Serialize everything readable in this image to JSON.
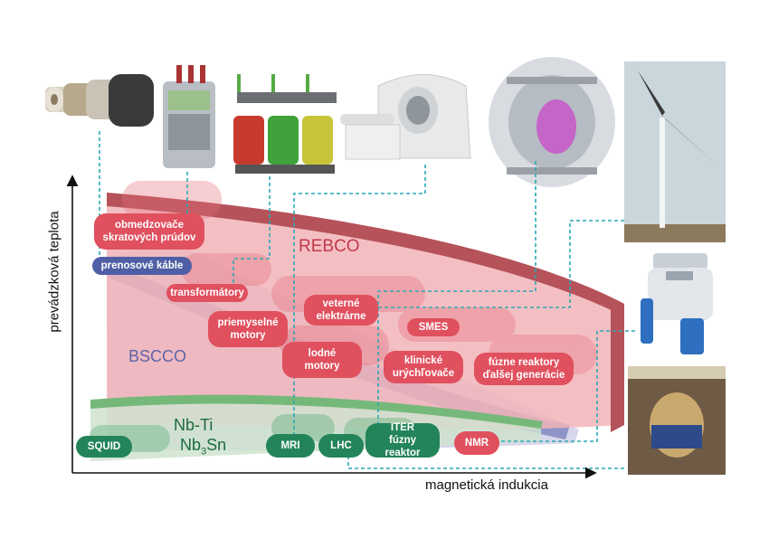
{
  "axes": {
    "y_label": "prevádzková teplota",
    "x_label": "magnetická indukcia"
  },
  "regions": {
    "rebco": "REBCO",
    "bscco": "BSCCO",
    "nbti": "Nb-Ti",
    "nb3sn_prefix": "Nb",
    "nb3sn_sub": "3",
    "nb3sn_suffix": "Sn"
  },
  "applications": {
    "current_limiters": "obmedzovače\nskratových prúdov",
    "power_cables": "prenosové káble",
    "transformers": "transformátory",
    "industrial_motors": "priemyselné\nmotory",
    "wind_turbines": "veterné\nelektrárne",
    "smes": "SMES",
    "ship_motors": "lodné\nmotory",
    "clinical_accelerators": "klinické\nurýchľovače",
    "next_gen_fusion": "fúzne reaktory\nďalšej generácie",
    "squid": "SQUID",
    "mri": "MRI",
    "lhc": "LHC",
    "iter": "ITER\nfúzny reaktor",
    "nmr": "NMR"
  },
  "colors": {
    "rebco_red": "#e0505e",
    "bscco_blue": "#4f5fa6",
    "lts_green": "#23845a",
    "connector_teal": "#2aa9b5"
  }
}
